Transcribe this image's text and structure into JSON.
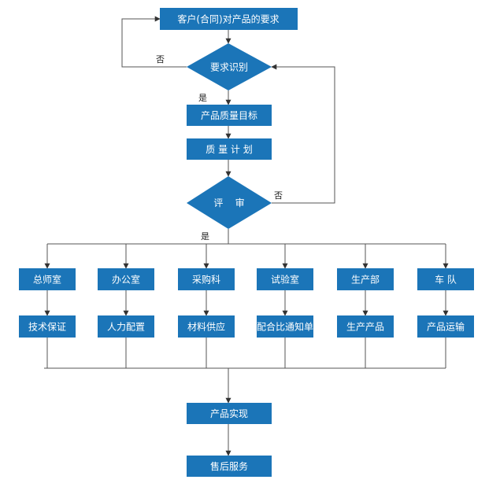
{
  "colors": {
    "box": "#1b75b8",
    "line": "#555555",
    "text_on_box": "#ffffff"
  },
  "nodes": {
    "customer_requirements": "客户(合同)对产品的要求",
    "requirement_identification": "要求识别",
    "quality_objectives": "产品质量目标",
    "quality_plan": "质 量 计 划",
    "review": "评    审",
    "product_realization": "产品实现",
    "after_sales": "售后服务"
  },
  "edge_labels": {
    "identify_no": "否",
    "identify_yes": "是",
    "review_no": "否",
    "review_yes": "是"
  },
  "departments": [
    {
      "dept": "总师室",
      "task": "技术保证"
    },
    {
      "dept": "办公室",
      "task": "人力配置"
    },
    {
      "dept": "采购科",
      "task": "材料供应"
    },
    {
      "dept": "试验室",
      "task": "配合比通知单"
    },
    {
      "dept": "生产部",
      "task": "生产产品"
    },
    {
      "dept": "车 队",
      "task": "产品运输"
    }
  ]
}
